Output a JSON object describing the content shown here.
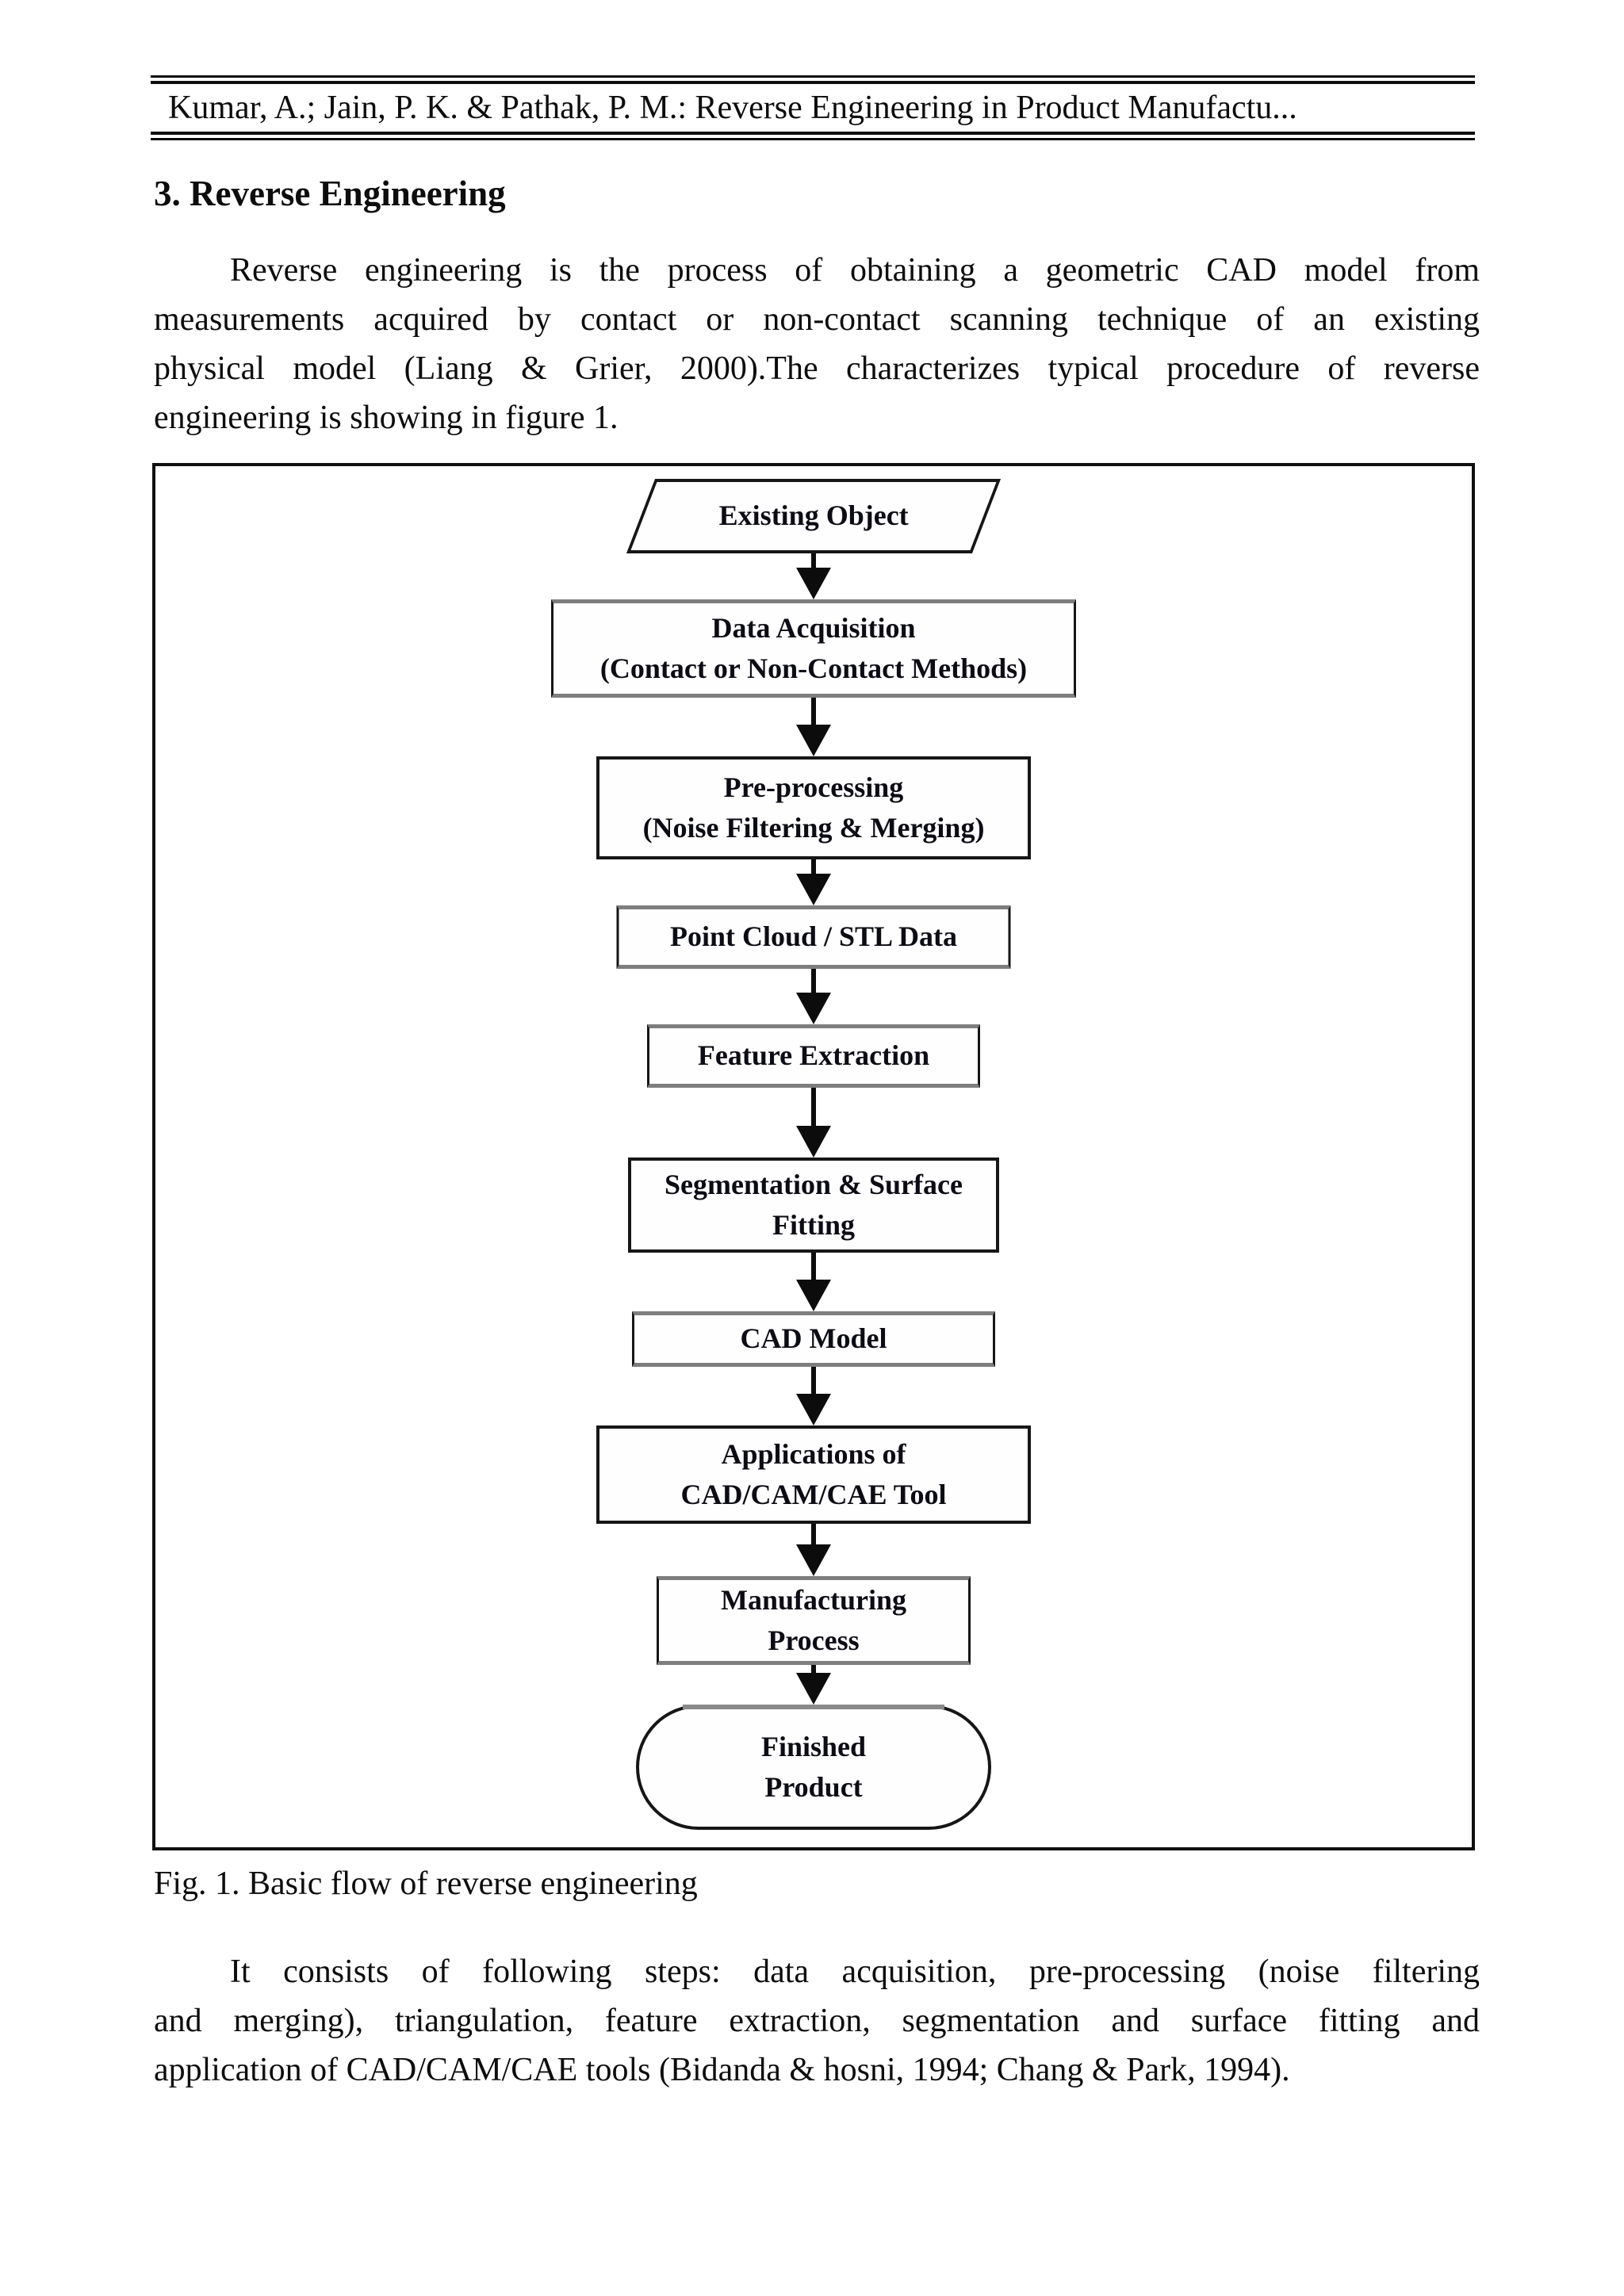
{
  "header": {
    "text": "Kumar, A.; Jain, P. K. & Pathak, P. M.: Reverse Engineering in Product Manufactu..."
  },
  "section_heading": "3. Reverse Engineering",
  "intro_paragraph": {
    "lines": [
      "Reverse engineering is the process of obtaining a geometric CAD model from",
      "measurements acquired by contact or non-contact scanning technique of an existing",
      "physical model (Liang & Grier, 2000).The characterizes typical procedure of reverse",
      "engineering is showing in figure 1."
    ]
  },
  "figure": {
    "caption": "Fig. 1. Basic flow of reverse engineering",
    "flow_nodes": [
      {
        "shape": "parallelogram",
        "label": "Existing Object"
      },
      {
        "shape": "process",
        "label": "Data Acquisition\n(Contact or Non-Contact Methods)"
      },
      {
        "shape": "process",
        "label": "Pre-processing\n(Noise Filtering & Merging)"
      },
      {
        "shape": "process",
        "label": "Point Cloud / STL Data"
      },
      {
        "shape": "process",
        "label": "Feature Extraction"
      },
      {
        "shape": "process",
        "label": "Segmentation & Surface\nFitting"
      },
      {
        "shape": "process",
        "label": "CAD Model"
      },
      {
        "shape": "process",
        "label": "Applications of\nCAD/CAM/CAE Tool"
      },
      {
        "shape": "process",
        "label": "Manufacturing\nProcess"
      },
      {
        "shape": "terminator",
        "label": "Finished\nProduct"
      }
    ]
  },
  "closing_paragraph": {
    "lines": [
      "It consists of following steps: data acquisition, pre-processing (noise filtering",
      "and merging), triangulation, feature extraction, segmentation and surface fitting and",
      "application of CAD/CAM/CAE tools (Bidanda & hosni, 1994; Chang & Park, 1994)."
    ]
  },
  "colors": {
    "ink": "#0d0d0d",
    "border_gray": "#7e7e7e",
    "border_black": "#161616",
    "paper": "#ffffff"
  }
}
